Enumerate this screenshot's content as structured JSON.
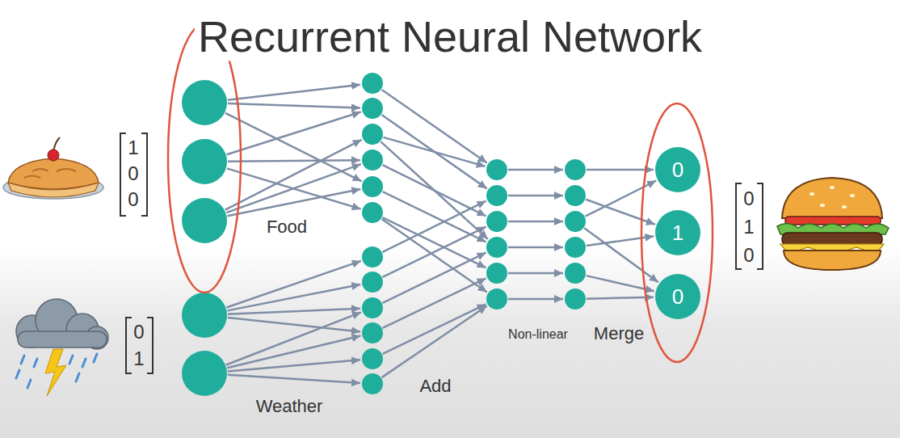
{
  "diagram": {
    "title": "Recurrent Neural Network",
    "nodes": [
      {
        "text": [
          "0"
        ]
      },
      {
        "text": [
          "1"
        ]
      },
      {
        "text": [
          "0"
        ]
      }
    ],
    "labels": [
      "1",
      "0",
      "0",
      "0",
      "1",
      "0",
      "1",
      "0",
      "Food",
      "Weather",
      "Add",
      "Non-linear",
      "Merge"
    ]
  }
}
